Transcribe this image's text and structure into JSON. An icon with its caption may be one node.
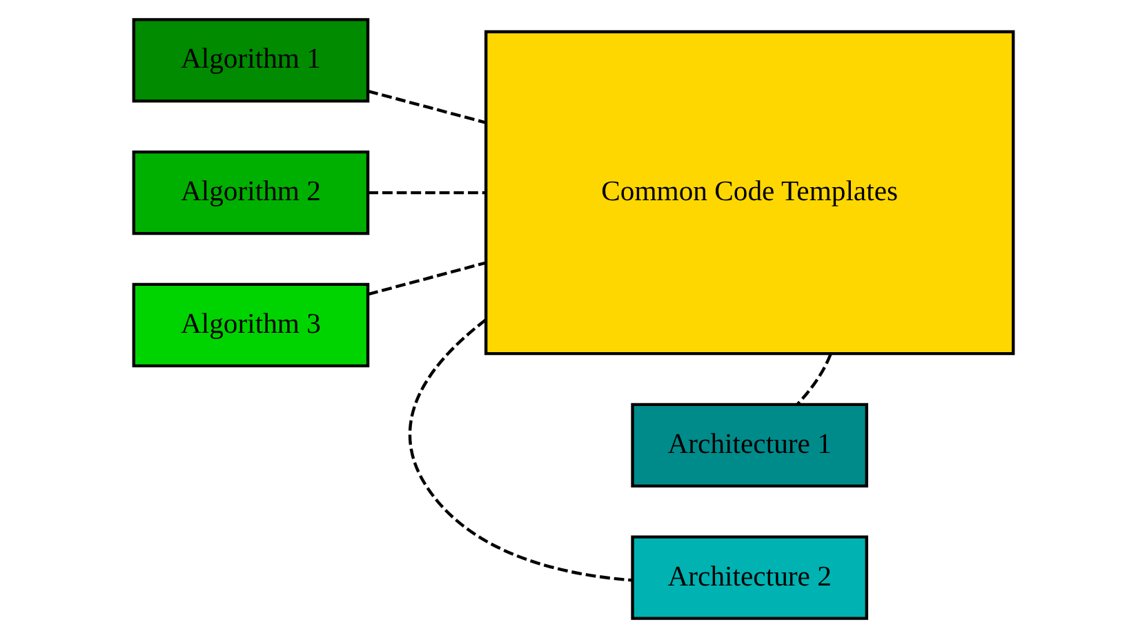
{
  "diagram": {
    "nodes": [
      {
        "text": [
          "Algorithm 1"
        ]
      },
      {
        "text": [
          "Algorithm 2"
        ]
      },
      {
        "text": [
          "Algorithm 3"
        ]
      },
      {
        "text": [
          "Common Code Templates"
        ]
      },
      {
        "text": [
          "Architecture 1"
        ]
      },
      {
        "text": [
          "Architecture 2"
        ]
      }
    ],
    "edges": [
      {
        "from": 0,
        "to": 3,
        "arrow": "none",
        "style": "dashed"
      },
      {
        "from": 1,
        "to": 3,
        "arrow": "none",
        "style": "dashed"
      },
      {
        "from": 2,
        "to": 3,
        "arrow": "none",
        "style": "dashed"
      },
      {
        "from": 3,
        "to": 4,
        "arrow": "none",
        "style": "dashed"
      },
      {
        "from": 3,
        "to": 5,
        "arrow": "none",
        "style": "dashed"
      }
    ]
  }
}
